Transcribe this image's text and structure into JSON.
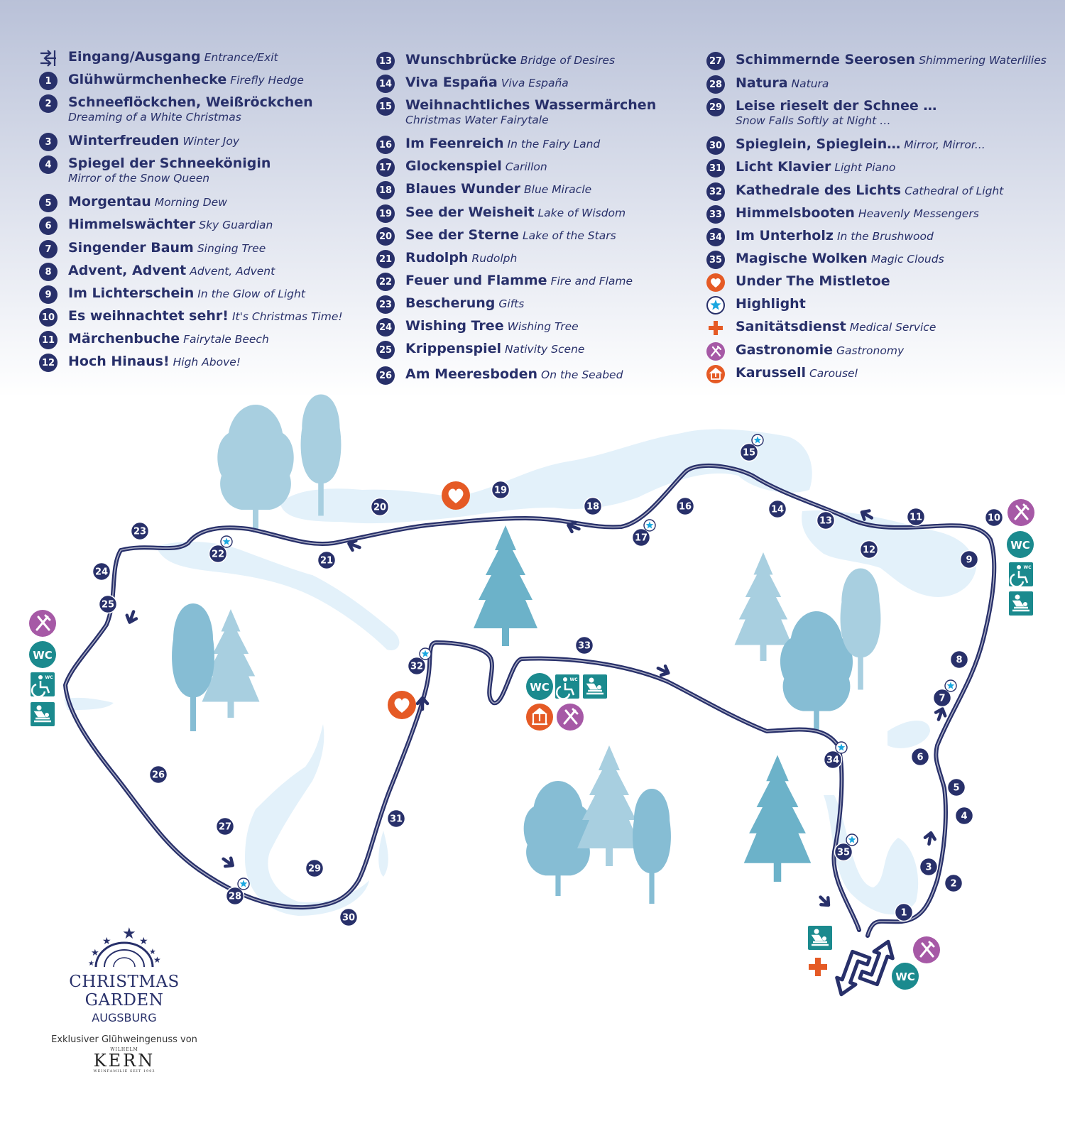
{
  "legend": {
    "entrance": {
      "de": "Eingang/Ausgang",
      "en": "Entrance/Exit",
      "icon": "entrance-exit-icon"
    },
    "items": [
      {
        "num": "1",
        "de": "Glühwürmchenhecke",
        "en": "Firefly Hedge"
      },
      {
        "num": "2",
        "de": "Schneeflöckchen, Weißröckchen",
        "en": "Dreaming of a White Christmas",
        "wrap": true
      },
      {
        "num": "3",
        "de": "Winterfreuden",
        "en": "Winter Joy"
      },
      {
        "num": "4",
        "de": "Spiegel der Schneekönigin",
        "en": "Mirror of the Snow Queen",
        "wrap": true
      },
      {
        "num": "5",
        "de": "Morgentau",
        "en": "Morning Dew"
      },
      {
        "num": "6",
        "de": "Himmelswächter",
        "en": "Sky Guardian"
      },
      {
        "num": "7",
        "de": "Singender Baum",
        "en": "Singing Tree"
      },
      {
        "num": "8",
        "de": "Advent, Advent",
        "en": "Advent, Advent"
      },
      {
        "num": "9",
        "de": "Im Lichterschein",
        "en": "In the Glow of Light"
      },
      {
        "num": "10",
        "de": "Es weihnachtet sehr!",
        "en": "It's Christmas Time!"
      },
      {
        "num": "11",
        "de": "Märchenbuche",
        "en": "Fairytale Beech"
      },
      {
        "num": "12",
        "de": "Hoch Hinaus!",
        "en": "High Above!"
      },
      {
        "num": "13",
        "de": "Wunschbrücke",
        "en": "Bridge of Desires"
      },
      {
        "num": "14",
        "de": "Viva España",
        "en": "Viva España"
      },
      {
        "num": "15",
        "de": "Weihnachtliches Wassermärchen",
        "en": "Christmas Water Fairytale",
        "wrap": true
      },
      {
        "num": "16",
        "de": "Im Feenreich",
        "en": "In the Fairy Land"
      },
      {
        "num": "17",
        "de": "Glockenspiel",
        "en": "Carillon"
      },
      {
        "num": "18",
        "de": "Blaues Wunder",
        "en": "Blue Miracle"
      },
      {
        "num": "19",
        "de": "See der Weisheit",
        "en": "Lake of Wisdom"
      },
      {
        "num": "20",
        "de": "See der Sterne",
        "en": "Lake of the Stars"
      },
      {
        "num": "21",
        "de": "Rudolph",
        "en": "Rudolph"
      },
      {
        "num": "22",
        "de": "Feuer und Flamme",
        "en": "Fire and Flame"
      },
      {
        "num": "23",
        "de": "Bescherung",
        "en": "Gifts"
      },
      {
        "num": "24",
        "de": "Wishing Tree",
        "en": "Wishing Tree"
      },
      {
        "num": "25",
        "de": "Krippenspiel",
        "en": "Nativity Scene"
      },
      {
        "num": "26",
        "de": "Am Meeresboden",
        "en": "On the Seabed"
      },
      {
        "num": "27",
        "de": "Schimmernde Seerosen",
        "en": "Shimmering Waterlilies"
      },
      {
        "num": "28",
        "de": "Natura",
        "en": "Natura"
      },
      {
        "num": "29",
        "de": "Leise rieselt der Schnee …",
        "en": "Snow Falls Softly at Night …",
        "wrap": true
      },
      {
        "num": "30",
        "de": "Spieglein, Spieglein…",
        "en": "Mirror, Mirror..."
      },
      {
        "num": "31",
        "de": "Licht Klavier",
        "en": "Light Piano"
      },
      {
        "num": "32",
        "de": "Kathedrale des Lichts",
        "en": "Cathedral of Light"
      },
      {
        "num": "33",
        "de": "Himmelsbooten",
        "en": "Heavenly Messengers"
      },
      {
        "num": "34",
        "de": "Im Unterholz",
        "en": "In the Brushwood"
      },
      {
        "num": "35",
        "de": "Magische Wolken",
        "en": "Magic Clouds"
      }
    ],
    "symbols": [
      {
        "icon": "heart-icon",
        "de": "Under The Mistletoe",
        "en": ""
      },
      {
        "icon": "highlight-star-icon",
        "de": "Highlight",
        "en": ""
      },
      {
        "icon": "medical-cross-icon",
        "de": "Sanitätsdienst",
        "en": "Medical Service"
      },
      {
        "icon": "gastronomy-icon",
        "de": "Gastronomie",
        "en": "Gastronomy"
      },
      {
        "icon": "carousel-icon",
        "de": "Karussell",
        "en": "Carousel"
      }
    ]
  },
  "map": {
    "wc_label": "WC",
    "accessible_wc_label": "WC",
    "colors": {
      "route": "#28306a",
      "water": "#e3f1fa",
      "tree_light": "#a8cfe0",
      "tree_mid": "#86bdd4",
      "tree_dark": "#6cb2c9",
      "accent": "#e55a25",
      "gastro": "#a659a6",
      "service": "#1b8a8e",
      "star": "#1aa7e0"
    }
  },
  "branding": {
    "logo_title": "CHRISTMAS GARDEN",
    "logo_city": "AUGSBURG",
    "sponsor_text": "Exklusiver Glühweingenuss von",
    "sponsor_small": "WILHELM",
    "sponsor_name": "KERN",
    "sponsor_tagline": "WEINFAMILIE SEIT 1903"
  }
}
